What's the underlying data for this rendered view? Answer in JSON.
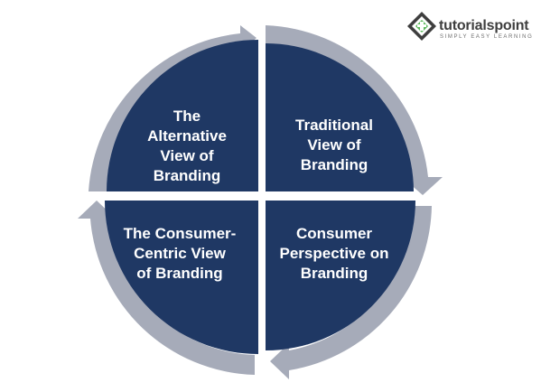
{
  "diagram": {
    "quadrants": [
      {
        "id": "top-left",
        "lines": [
          "The",
          "Alternative",
          "View of",
          "Branding"
        ]
      },
      {
        "id": "top-right",
        "lines": [
          "Traditional",
          "View of",
          "Branding"
        ]
      },
      {
        "id": "bottom-right",
        "lines": [
          "Consumer",
          "Perspective on",
          "Branding"
        ]
      },
      {
        "id": "bottom-left",
        "lines": [
          "The Consumer-",
          "Centric View",
          "of Branding"
        ]
      }
    ],
    "colors": {
      "quadrant_fill": "#1f3864",
      "arrow_fill": "#a6abb9",
      "text": "#ffffff"
    }
  },
  "logo": {
    "wordmark": "tutorialspoint",
    "tagline": "SIMPLY EASY LEARNING",
    "icon": "tutorialspoint-logo-icon",
    "colors": {
      "green": "#5cb85c",
      "dark": "#3e3e3e"
    }
  }
}
